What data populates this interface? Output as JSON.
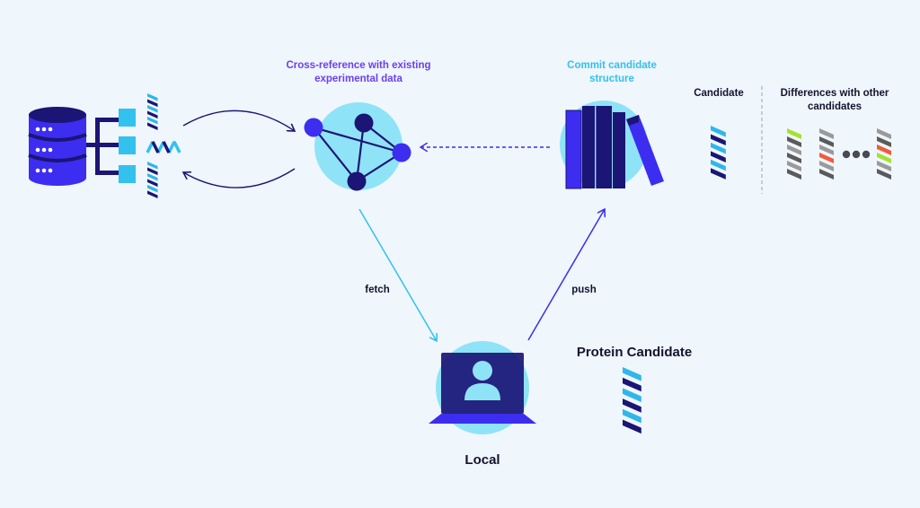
{
  "labels": {
    "cross_reference": "Cross-reference with existing experimental data",
    "commit": "Commit candidate structure",
    "candidate": "Candidate",
    "differences": "Differences with other candidates",
    "fetch": "fetch",
    "push": "push",
    "protein_candidate": "Protein Candidate",
    "local": "Local"
  },
  "icons": {
    "database": "database-icon",
    "network": "network-graph-icon",
    "books": "books-icon",
    "laptop": "laptop-user-icon",
    "helix": "protein-helix-icon"
  },
  "colors": {
    "background": "#eff6fc",
    "navy": "#1b1575",
    "indigo": "#3d2df0",
    "cyan": "#8fe3f7",
    "sky": "#33c1ee",
    "purple": "#6b40f0",
    "gray": "#9a9a9a",
    "lime": "#a4e22f",
    "orange": "#f25a3a"
  }
}
